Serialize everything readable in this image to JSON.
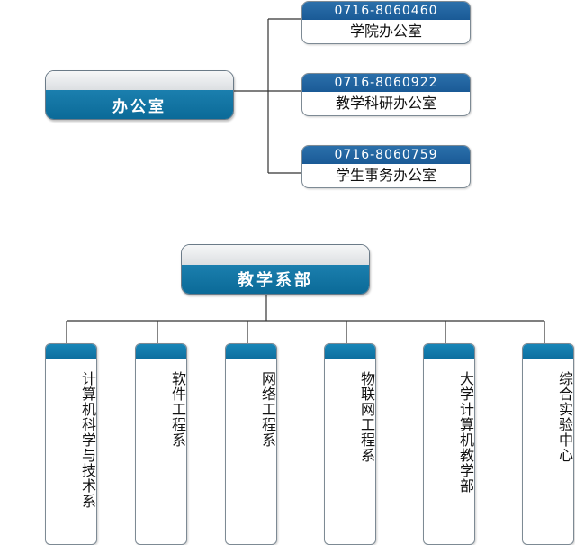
{
  "offices": {
    "header": "办公室",
    "items": [
      {
        "phone": "0716-8060460",
        "name": "学院办公室"
      },
      {
        "phone": "0716-8060922",
        "name": "教学科研办公室"
      },
      {
        "phone": "0716-8060759",
        "name": "学生事务办公室"
      }
    ]
  },
  "departments": {
    "header": "教学系部",
    "items": [
      {
        "name": "计算机科学与技术系"
      },
      {
        "name": "软件工程系"
      },
      {
        "name": "网络工程系"
      },
      {
        "name": "物联网工程系"
      },
      {
        "name": "大学计算机教学部"
      },
      {
        "name": "综合实验中心"
      }
    ]
  },
  "colors": {
    "header_blue": "#0b6a98",
    "phone_blue": "#1a5a96",
    "line": "#333333"
  }
}
